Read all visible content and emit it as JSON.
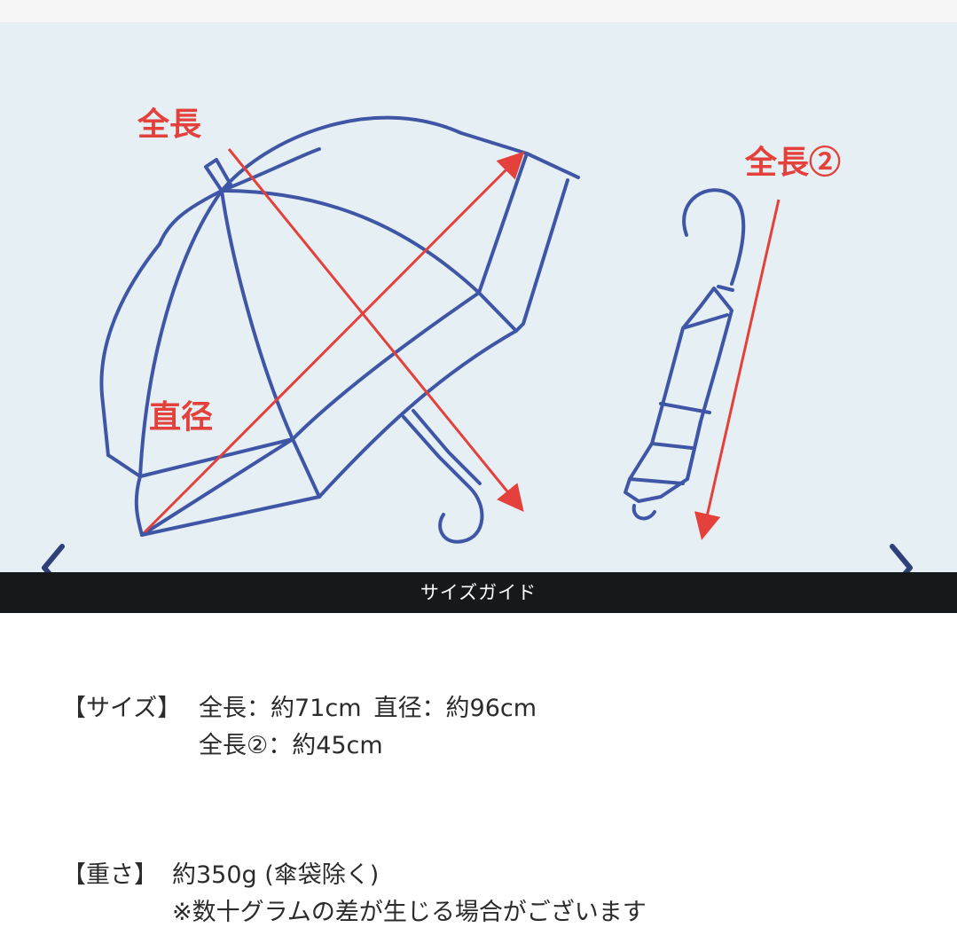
{
  "illustration": {
    "label_total_length": "全長",
    "label_diameter": "直径",
    "label_total_length_2": "全長②"
  },
  "caption": "サイズガイド",
  "spec_size": {
    "label": "【サイズ】",
    "total_length": "全長：約71cm",
    "diameter": "直径：約96cm",
    "total_length_2": "全長②：約45cm"
  },
  "spec_weight": {
    "label": "【重さ】",
    "value": "約350g (傘袋除く)",
    "note": "※数十グラムの差が生じる場合がございます"
  },
  "colors": {
    "outline": "#3f56a6",
    "arrow": "#e4403c",
    "background": "#e6eff3",
    "caption_bg": "#16191c"
  },
  "icons": {
    "prev": "chevron-left-icon",
    "next": "chevron-right-icon"
  }
}
